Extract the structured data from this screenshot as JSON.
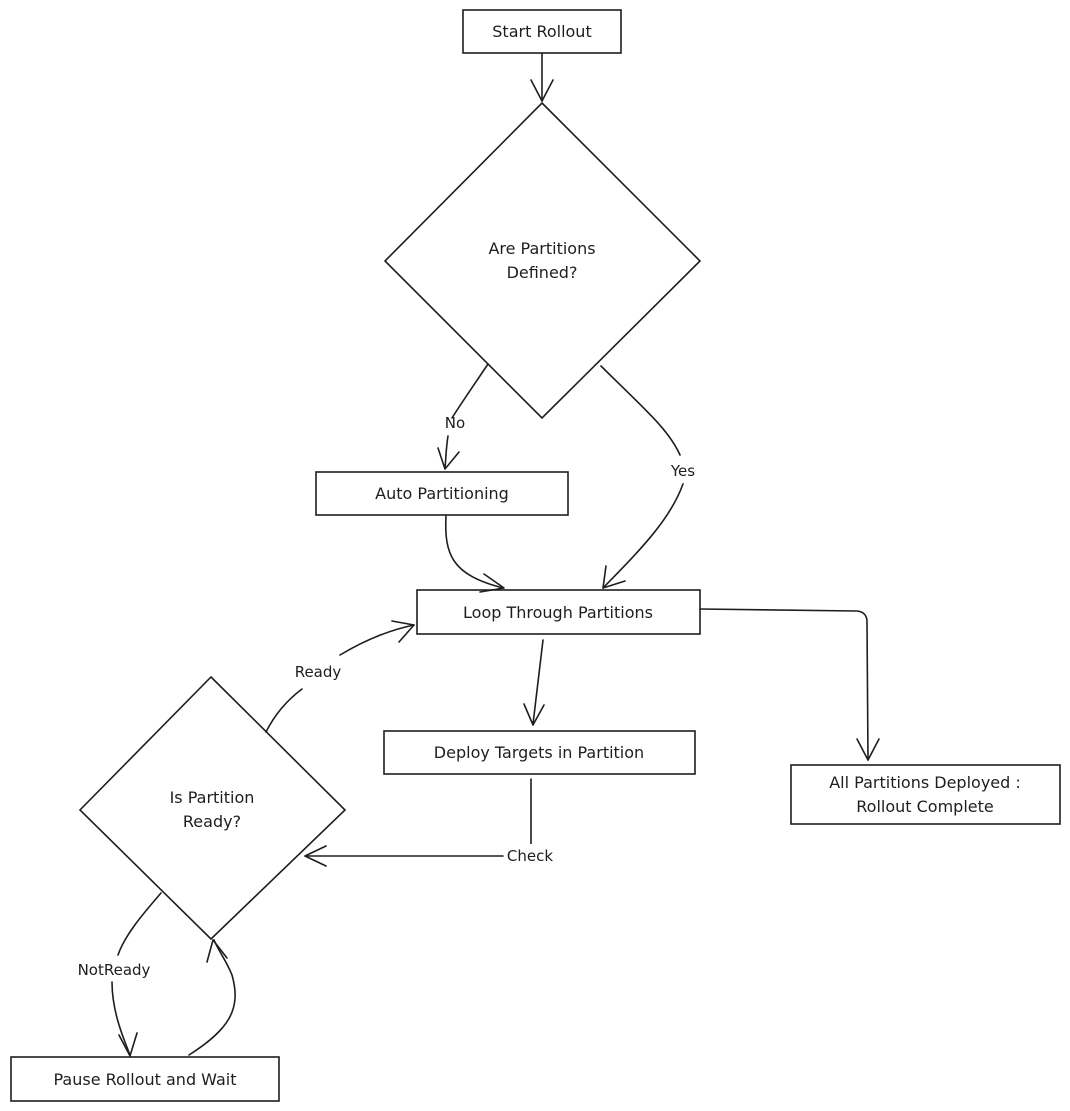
{
  "nodes": {
    "start": "Start Rollout",
    "decision_defined_1": "Are Partitions",
    "decision_defined_2": "Defined?",
    "auto": "Auto Partitioning",
    "loop": "Loop Through Partitions",
    "deploy": "Deploy Targets in Partition",
    "complete_1": "All Partitions Deployed :",
    "complete_2": "Rollout Complete",
    "decision_ready_1": "Is Partition",
    "decision_ready_2": "Ready?",
    "pause": "Pause Rollout and Wait"
  },
  "edges": {
    "no": "No",
    "yes": "Yes",
    "ready": "Ready",
    "check": "Check",
    "not_ready": "NotReady"
  }
}
